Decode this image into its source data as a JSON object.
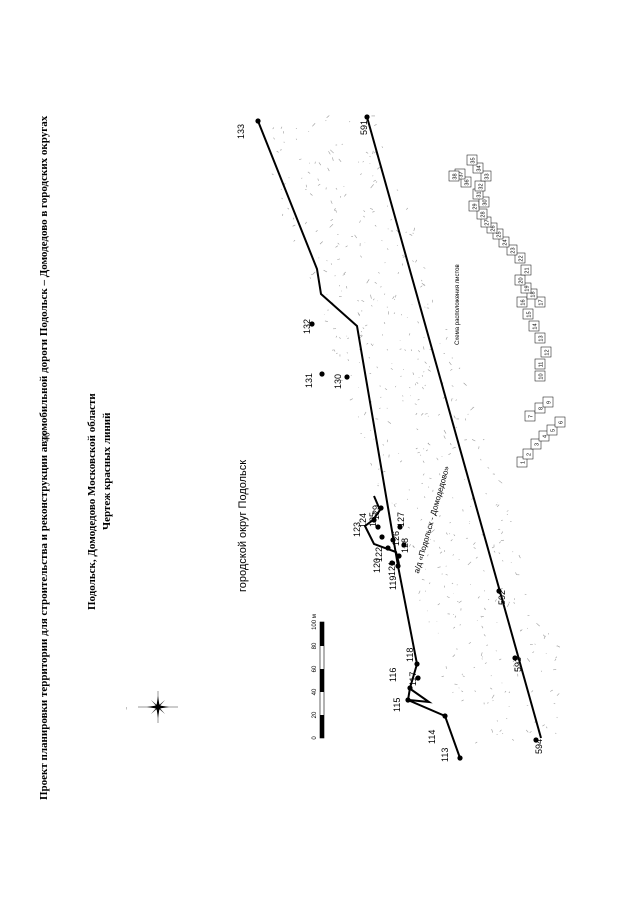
{
  "page_number": "46",
  "title_lines": [
    "Проект планировки территории для строительства и реконструкции автомобильной дороги Подольск – Домодедово в городских округах",
    "Подольск, Домодедово Московской области",
    "Чертеж красных линий"
  ],
  "district_label": "городской округ Подольск",
  "road_label": "а/д «Подольск - Домодедово»",
  "scale_bar": {
    "ticks": [
      "0",
      "20",
      "40",
      "60",
      "80",
      "100 м"
    ]
  },
  "sheet_scheme": {
    "title": "Схема расположения листов",
    "sheets": [
      "1",
      "2",
      "3",
      "4",
      "5",
      "6",
      "7",
      "8",
      "9",
      "10",
      "11",
      "12",
      "13",
      "14",
      "15",
      "16",
      "17",
      "18",
      "19",
      "20",
      "21",
      "22",
      "23",
      "24",
      "25",
      "26",
      "27",
      "28",
      "29",
      "30",
      "31",
      "32",
      "33",
      "34",
      "35",
      "36",
      "37",
      "38"
    ]
  },
  "red_line_points": {
    "upper": [
      "113",
      "114",
      "115",
      "116",
      "117",
      "118",
      "119",
      "120",
      "121",
      "122",
      "123",
      "124",
      "125",
      "126",
      "127",
      "128",
      "129",
      "130",
      "131",
      "132",
      "133"
    ],
    "lower": [
      "591",
      "592",
      "593",
      "594"
    ]
  },
  "colors": {
    "line": "#000000",
    "background": "#ffffff",
    "sketch": "#9a9a9a"
  },
  "icons": {
    "compass": "compass-rose-icon"
  }
}
